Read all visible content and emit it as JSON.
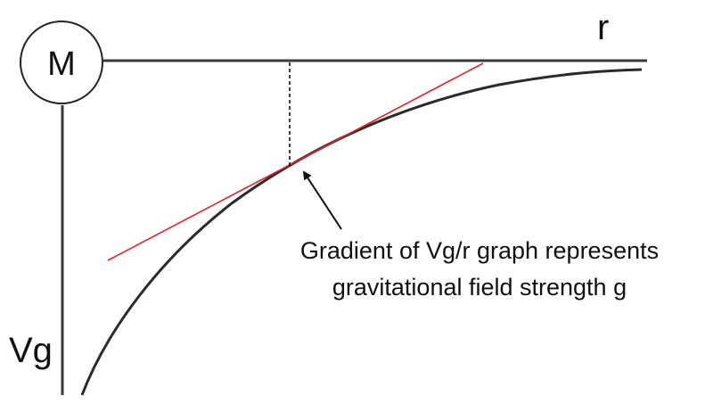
{
  "diagram": {
    "mass_label": "M",
    "x_axis_label": "r",
    "y_axis_label": "Vg",
    "annotation_line1": "Gradient of Vg/r graph represents",
    "annotation_line2": "gravitational field strength g",
    "colors": {
      "axis": "#3a3a3a",
      "curve": "#2b2b2b",
      "tangent": "#e8212b",
      "text": "#111111"
    }
  }
}
